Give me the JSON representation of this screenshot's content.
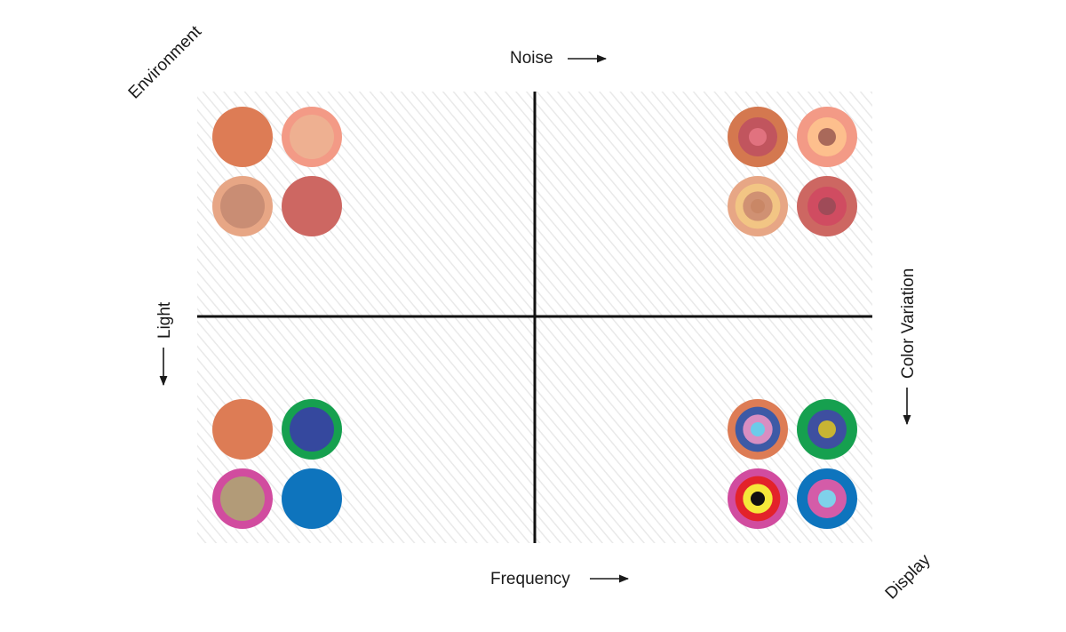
{
  "labels": {
    "environment": "Environment",
    "noise": "Noise",
    "light": "Light",
    "color_variation": "Color Variation",
    "frequency": "Frequency",
    "display": "Display"
  },
  "colors": {
    "background_hatch": "#eeeeee",
    "axis": "#111111"
  },
  "quadrants": {
    "top_left": [
      {
        "rings": [
          "#dd7c55"
        ]
      },
      {
        "rings": [
          "#f39a86",
          "#eeb091"
        ]
      },
      {
        "rings": [
          "#e7a685",
          "#c98d74"
        ]
      },
      {
        "rings": [
          "#cd6762"
        ]
      }
    ],
    "top_right": [
      {
        "rings": [
          "#d4784f",
          "#c1555e",
          "#e1727f"
        ]
      },
      {
        "rings": [
          "#f39a86",
          "#fdbf8d",
          "#a9695a"
        ]
      },
      {
        "rings": [
          "#e7a685",
          "#f2c584",
          "#d09173",
          "#c98766"
        ]
      },
      {
        "rings": [
          "#cd6762",
          "#d04c61",
          "#9f4b58"
        ]
      }
    ],
    "bottom_left": [
      {
        "rings": [
          "#dd7c55"
        ]
      },
      {
        "rings": [
          "#16a04f",
          "#35489e"
        ]
      },
      {
        "rings": [
          "#d14c9f",
          "#b29b78"
        ]
      },
      {
        "rings": [
          "#0e74bd"
        ]
      }
    ],
    "bottom_right": [
      {
        "rings": [
          "#dd7c55",
          "#3d5aa6",
          "#d88ec2",
          "#6ccbe9"
        ]
      },
      {
        "rings": [
          "#16a04f",
          "#3e4fa0",
          "#c8b433"
        ]
      },
      {
        "rings": [
          "#d14c9f",
          "#e3222a",
          "#f5e83a",
          "#111111"
        ]
      },
      {
        "rings": [
          "#0e74bd",
          "#d45ca8",
          "#7fd1ea"
        ]
      }
    ]
  }
}
